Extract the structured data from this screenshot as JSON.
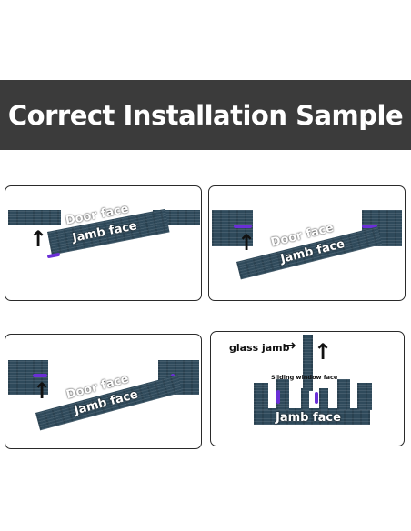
{
  "title": "Correct Installation Sample",
  "labels": {
    "door_face": "Door face",
    "jamb_face": "Jamb face",
    "glass_jamb": "glass jamb",
    "sliding_window_face": "Sliding window face"
  },
  "icons": {
    "up_arrow": "↑",
    "right_arrow": "→"
  },
  "colors": {
    "banner": "#3b3b3b",
    "wood": "#2f4a5b",
    "seal": "#6a2fd6"
  }
}
